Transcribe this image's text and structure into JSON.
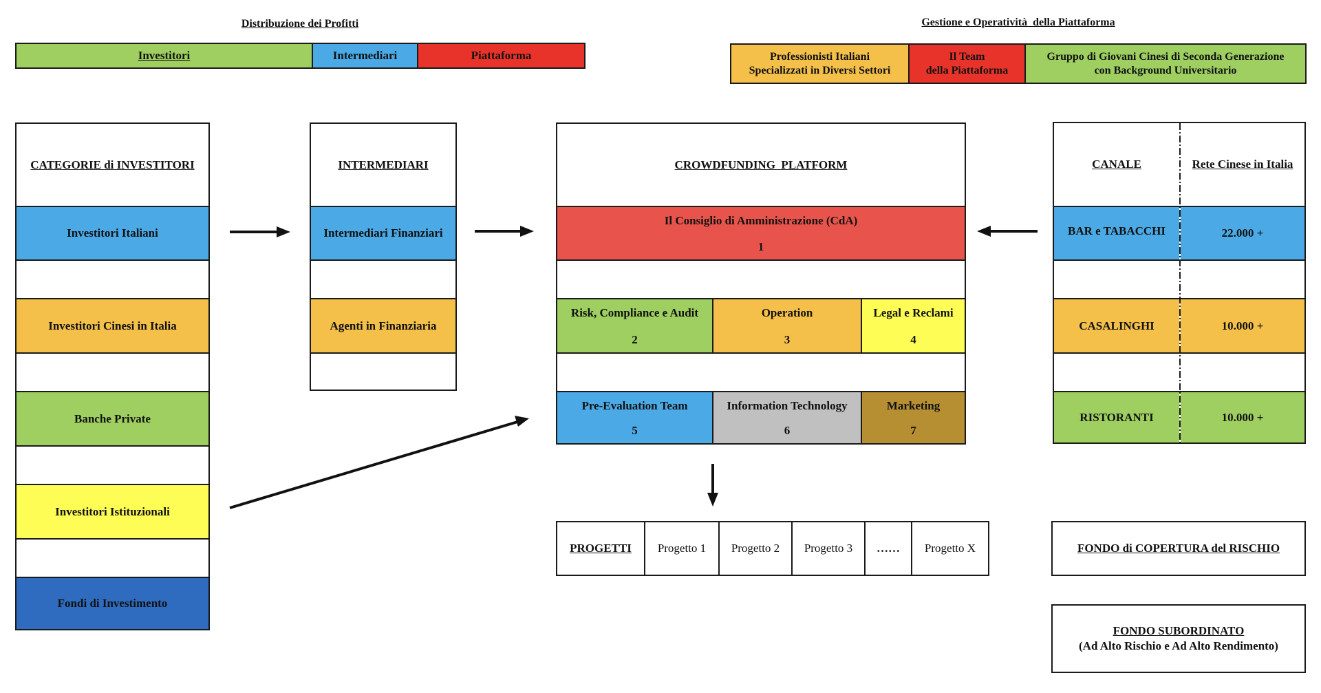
{
  "colors": {
    "green": "#9ecf60",
    "blue": "#4baae6",
    "red": "#e8332a",
    "cda_red": "#e8544b",
    "orange": "#f4c04a",
    "yellow": "#fdfd55",
    "dark_blue": "#2f6cbf",
    "gray": "#c0c0c0",
    "olive": "#b78f33"
  },
  "profit_distribution": {
    "title": "Distribuzione dei Profitti",
    "segments": [
      "Investitori",
      "Intermediari",
      "Piattaforma"
    ]
  },
  "management": {
    "title": "Gestione e Operatività  della Piattaforma",
    "segments": [
      "Professionisti Italiani\nSpecializzati in Diversi Settori",
      "Il Team\ndella Piattaforma",
      "Gruppo di Giovani Cinesi di Seconda Generazione\ncon Background Universitario"
    ]
  },
  "investors": {
    "header": "CATEGORIE di INVESTITORI",
    "items": [
      "Investitori Italiani",
      "Investitori Cinesi in Italia",
      "Banche Private",
      "Investitori Istituzionali",
      "Fondi di Investimento"
    ]
  },
  "intermediaries": {
    "header": "INTERMEDIARI",
    "items": [
      "Intermediari Finanziari",
      "Agenti in Finanziaria"
    ]
  },
  "platform": {
    "header": "CROWDFUNDING  PLATFORM",
    "board": {
      "label": "Il Consiglio di Amministrazione (CdA)",
      "number": "1"
    },
    "departments": [
      {
        "label": "Risk, Compliance e Audit",
        "number": "2"
      },
      {
        "label": "Operation",
        "number": "3"
      },
      {
        "label": "Legal e Reclami",
        "number": "4"
      },
      {
        "label": "Pre-Evaluation Team",
        "number": "5"
      },
      {
        "label": "Information Technology",
        "number": "6"
      },
      {
        "label": "Marketing",
        "number": "7"
      }
    ]
  },
  "projects": {
    "header": "PROGETTI",
    "items": [
      "Progetto 1",
      "Progetto 2",
      "Progetto 3",
      "……",
      "Progetto X"
    ]
  },
  "channels": {
    "header_left": "CANALE",
    "header_right": "Rete Cinese in Italia",
    "rows": [
      {
        "name": "BAR e TABACCHI",
        "count": "22.000 +"
      },
      {
        "name": "CASALINGHI",
        "count": "10.000 +"
      },
      {
        "name": "RISTORANTI",
        "count": "10.000 +"
      }
    ]
  },
  "risk_fund": {
    "label": "FONDO di COPERTURA del RISCHIO"
  },
  "subordinated_fund": {
    "title": "FONDO SUBORDINATO",
    "subtitle": "(Ad Alto Rischio e Ad Alto Rendimento)"
  }
}
